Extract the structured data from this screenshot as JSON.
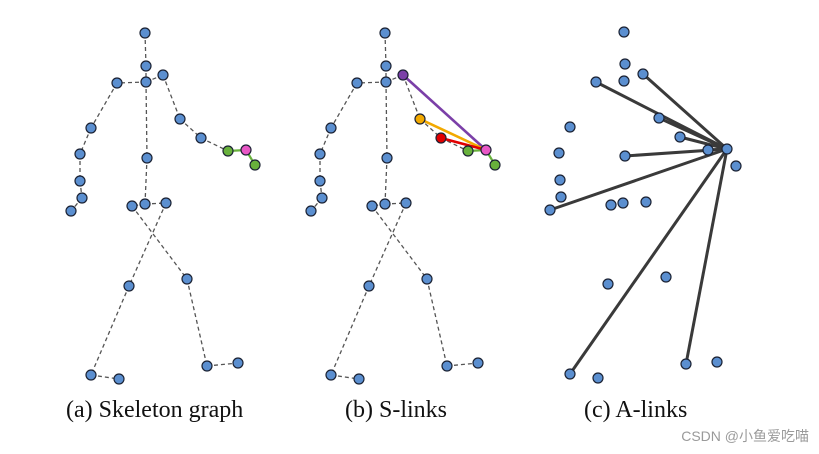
{
  "colors": {
    "joint": "#5b8fd0",
    "joint_stroke": "#1b2233",
    "bone": "#555555",
    "alink": "#3a3a3a",
    "purple": "#7b3fa8",
    "pink": "#e857c5",
    "green": "#68b13c",
    "orange": "#f2a900",
    "red": "#e10000"
  },
  "panels": [
    {
      "id": "a",
      "caption": "(a) Skeleton graph"
    },
    {
      "id": "b",
      "caption": "(b) S-links"
    },
    {
      "id": "c",
      "caption": "(c) A-links"
    }
  ],
  "watermark": "CSDN @小鱼爱吃喵"
}
